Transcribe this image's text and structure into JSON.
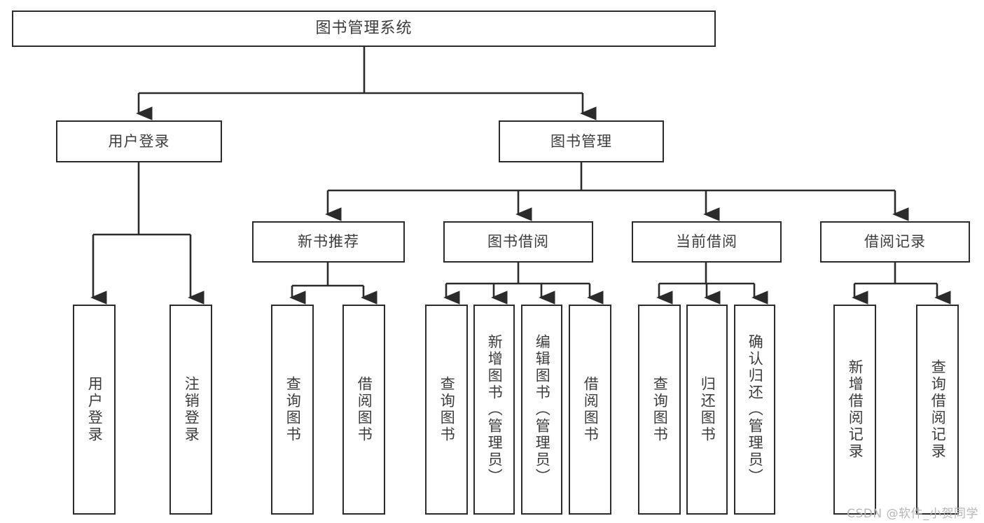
{
  "diagram": {
    "title": "图书管理系统",
    "type": "hierarchy-tree",
    "colors": {
      "stroke": "#2b2b2b",
      "text": "#3c3c3c",
      "background": "#ffffff",
      "watermark": "#b6b6b6"
    },
    "nodes": {
      "root": "图书管理系统",
      "level2": {
        "user_login": "用户登录",
        "book_manage": "图书管理"
      },
      "level3": {
        "new_book_rec": "新书推荐",
        "book_borrow": "图书借阅",
        "current_borrow": "当前借阅",
        "borrow_record": "借阅记录"
      },
      "leaves": {
        "user_login_1": "用户登录",
        "user_login_2": "注销登录",
        "new_book_1": "查询图书",
        "new_book_2": "借阅图书",
        "borrow_1": "查询图书",
        "borrow_2": "新增图书（管理员）",
        "borrow_3": "编辑图书（管理员）",
        "borrow_4": "借阅图书",
        "current_1": "查询图书",
        "current_2": "归还图书",
        "current_3": "确认归还（管理员）",
        "record_1": "新增借阅记录",
        "record_2": "查询借阅记录"
      }
    },
    "watermark": "CSDN @软件_小贺同学"
  }
}
